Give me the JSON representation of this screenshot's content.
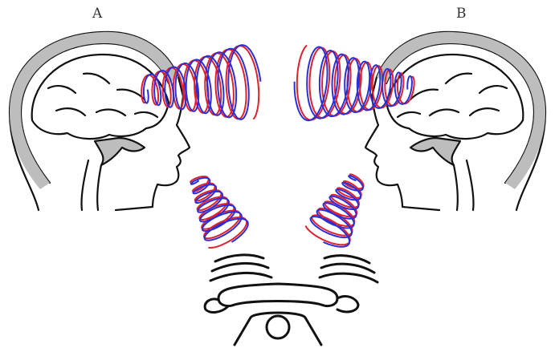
{
  "labels": {
    "person_a": "A",
    "person_b": "B"
  },
  "colors": {
    "wave_blue": "#2b2fd6",
    "wave_red": "#e0202a",
    "outline": "#111111",
    "skull_fill": "#bdbdbd"
  },
  "icons": {
    "head_left": "human-head-silhouette",
    "head_right": "human-head-silhouette",
    "phone": "desk-telephone"
  }
}
